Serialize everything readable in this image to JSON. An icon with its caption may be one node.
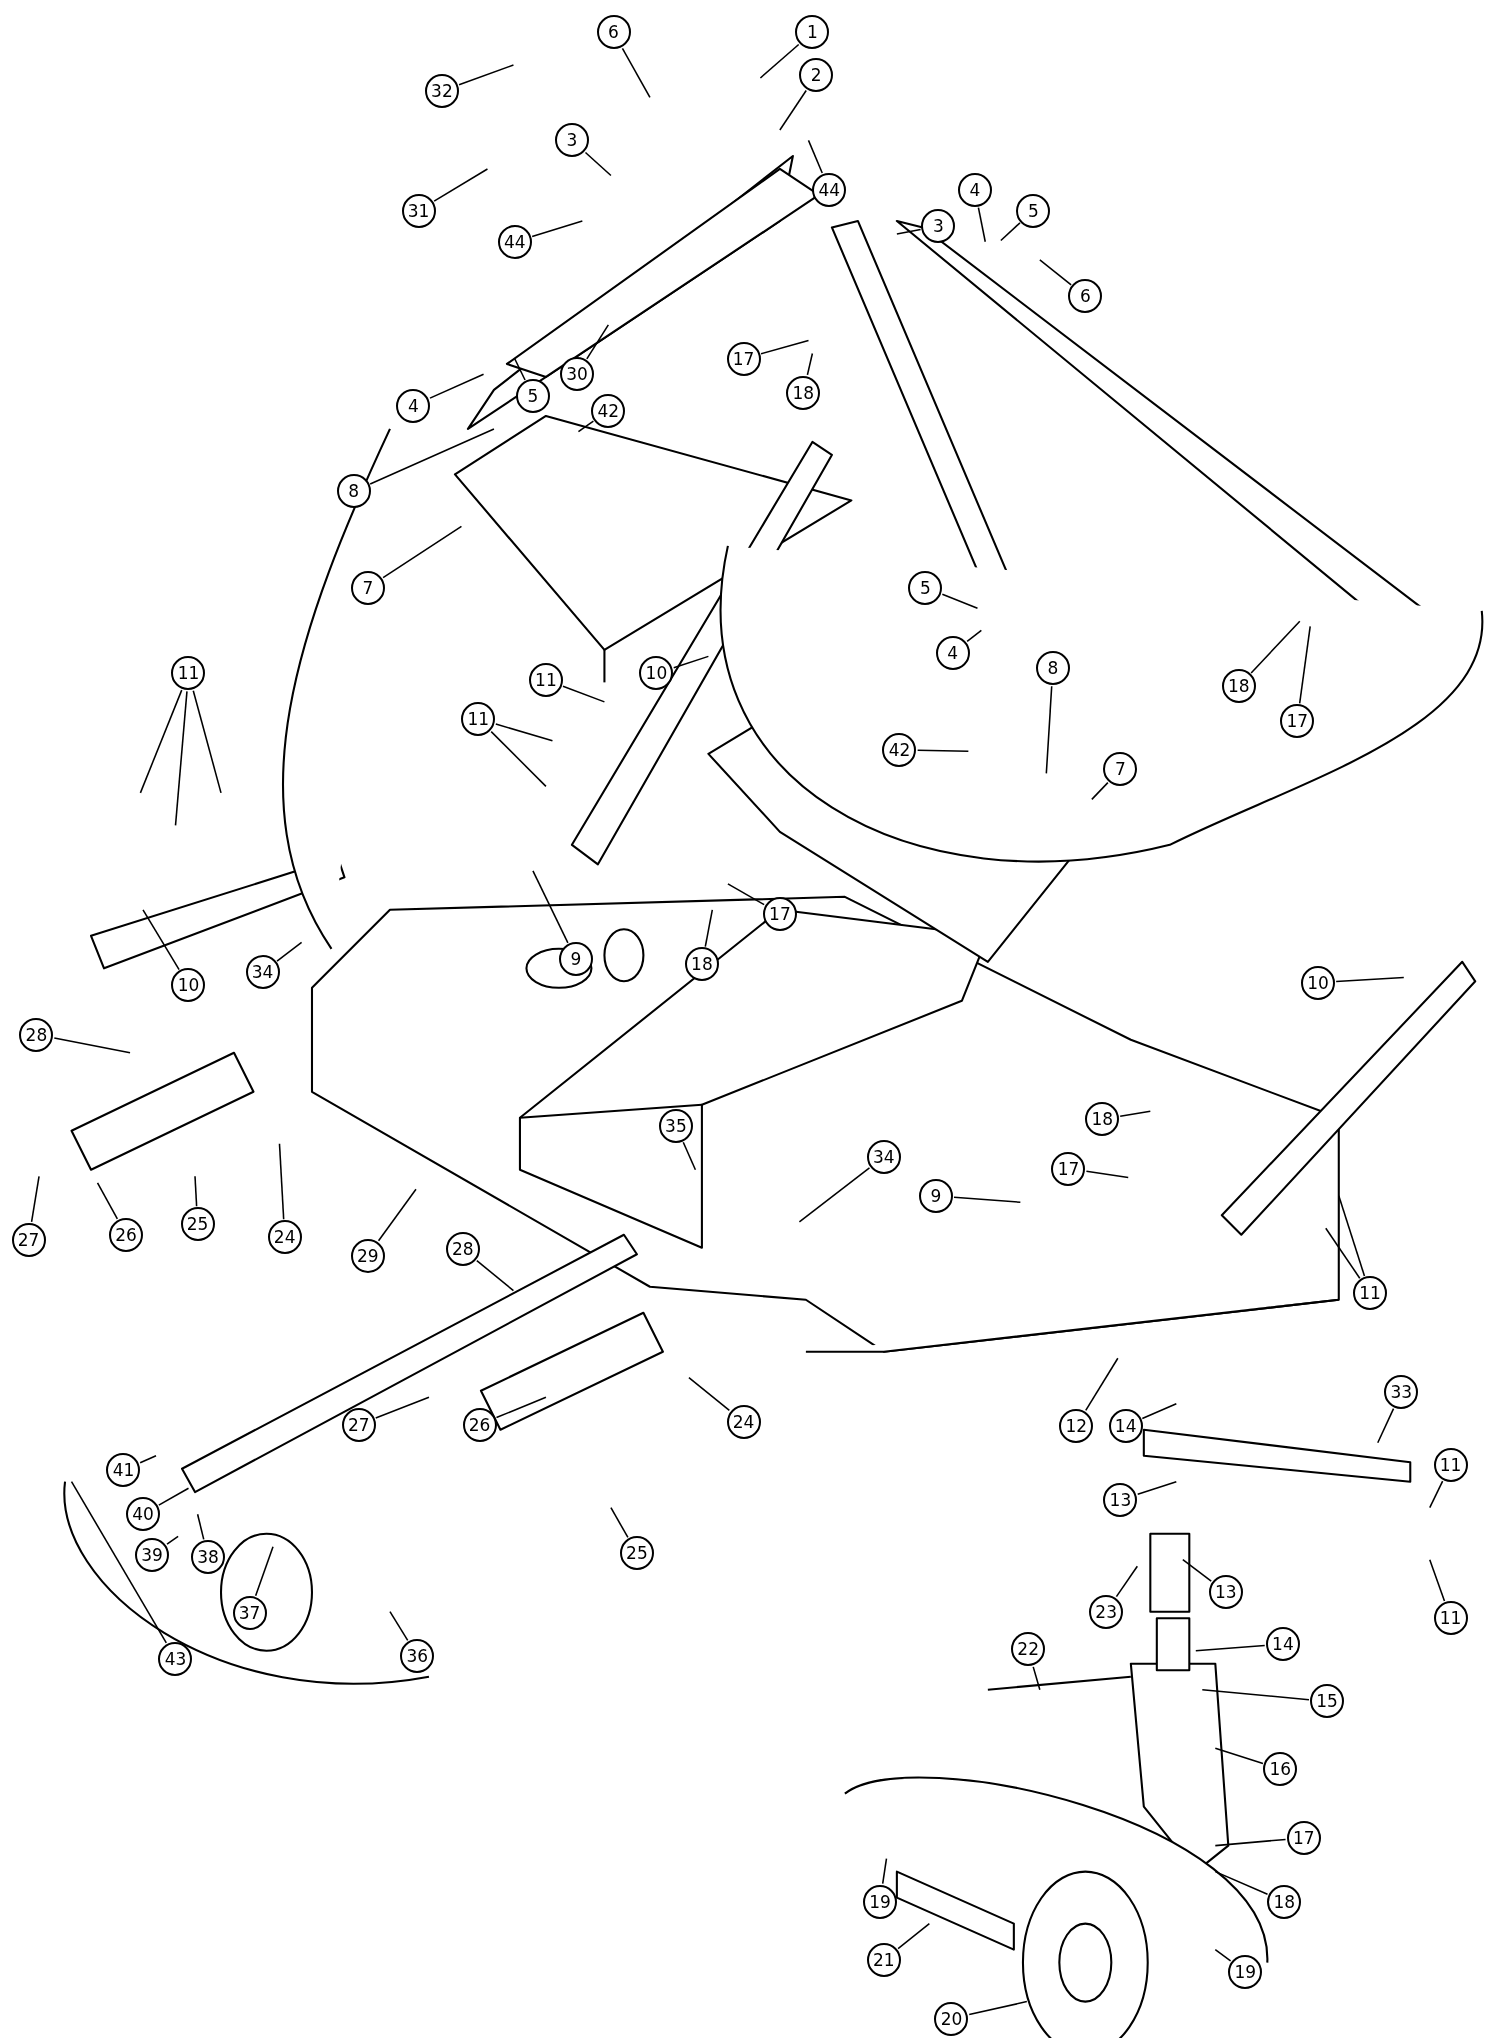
{
  "diagram": {
    "nodes": [
      {
        "text": [
          "1"
        ]
      },
      {
        "text": [
          "6"
        ]
      },
      {
        "text": [
          "2"
        ]
      },
      {
        "text": [
          "32"
        ]
      },
      {
        "text": [
          "3"
        ]
      },
      {
        "text": [
          "44"
        ]
      },
      {
        "text": [
          "4"
        ]
      },
      {
        "text": [
          "31"
        ]
      },
      {
        "text": [
          "5"
        ]
      },
      {
        "text": [
          "3"
        ]
      },
      {
        "text": [
          "44"
        ]
      },
      {
        "text": [
          "6"
        ]
      },
      {
        "text": [
          "17"
        ]
      },
      {
        "text": [
          "30"
        ]
      },
      {
        "text": [
          "18"
        ]
      },
      {
        "text": [
          "5"
        ]
      },
      {
        "text": [
          "42"
        ]
      },
      {
        "text": [
          "4"
        ]
      },
      {
        "text": [
          "8"
        ]
      },
      {
        "text": [
          "7"
        ]
      },
      {
        "text": [
          "5"
        ]
      },
      {
        "text": [
          "4"
        ]
      },
      {
        "text": [
          "10"
        ]
      },
      {
        "text": [
          "11"
        ]
      },
      {
        "text": [
          "11"
        ]
      },
      {
        "text": [
          "18"
        ]
      },
      {
        "text": [
          "8"
        ]
      },
      {
        "text": [
          "17"
        ]
      },
      {
        "text": [
          "11"
        ]
      },
      {
        "text": [
          "42"
        ]
      },
      {
        "text": [
          "7"
        ]
      },
      {
        "text": [
          "17"
        ]
      },
      {
        "text": [
          "9"
        ]
      },
      {
        "text": [
          "18"
        ]
      },
      {
        "text": [
          "34"
        ]
      },
      {
        "text": [
          "10"
        ]
      },
      {
        "text": [
          "10"
        ]
      },
      {
        "text": [
          "28"
        ]
      },
      {
        "text": [
          "18"
        ]
      },
      {
        "text": [
          "35"
        ]
      },
      {
        "text": [
          "34"
        ]
      },
      {
        "text": [
          "17"
        ]
      },
      {
        "text": [
          "9"
        ]
      },
      {
        "text": [
          "24"
        ]
      },
      {
        "text": [
          "26"
        ]
      },
      {
        "text": [
          "25"
        ]
      },
      {
        "text": [
          "27"
        ]
      },
      {
        "text": [
          "28"
        ]
      },
      {
        "text": [
          "29"
        ]
      },
      {
        "text": [
          "11"
        ]
      },
      {
        "text": [
          "33"
        ]
      },
      {
        "text": [
          "12"
        ]
      },
      {
        "text": [
          "14"
        ]
      },
      {
        "text": [
          "27"
        ]
      },
      {
        "text": [
          "26"
        ]
      },
      {
        "text": [
          "24"
        ]
      },
      {
        "text": [
          "11"
        ]
      },
      {
        "text": [
          "41"
        ]
      },
      {
        "text": [
          "13"
        ]
      },
      {
        "text": [
          "40"
        ]
      },
      {
        "text": [
          "25"
        ]
      },
      {
        "text": [
          "39"
        ]
      },
      {
        "text": [
          "38"
        ]
      },
      {
        "text": [
          "13"
        ]
      },
      {
        "text": [
          "23"
        ]
      },
      {
        "text": [
          "37"
        ]
      },
      {
        "text": [
          "11"
        ]
      },
      {
        "text": [
          "14"
        ]
      },
      {
        "text": [
          "22"
        ]
      },
      {
        "text": [
          "36"
        ]
      },
      {
        "text": [
          "43"
        ]
      },
      {
        "text": [
          "15"
        ]
      },
      {
        "text": [
          "16"
        ]
      },
      {
        "text": [
          "17"
        ]
      },
      {
        "text": [
          "18"
        ]
      },
      {
        "text": [
          "19"
        ]
      },
      {
        "text": [
          "21"
        ]
      },
      {
        "text": [
          "19"
        ]
      },
      {
        "text": [
          "20"
        ]
      }
    ],
    "edges": [
      {
        "from": 0,
        "to": null,
        "arrow": "none"
      },
      {
        "from": 1,
        "to": null,
        "arrow": "none"
      },
      {
        "from": 2,
        "to": null,
        "arrow": "none"
      },
      {
        "from": 3,
        "to": null,
        "arrow": "none"
      },
      {
        "from": 4,
        "to": null,
        "arrow": "none"
      },
      {
        "from": 5,
        "to": null,
        "arrow": "none"
      },
      {
        "from": 6,
        "to": null,
        "arrow": "none"
      },
      {
        "from": 7,
        "to": null,
        "arrow": "none"
      },
      {
        "from": 8,
        "to": null,
        "arrow": "none"
      },
      {
        "from": 9,
        "to": null,
        "arrow": "none"
      },
      {
        "from": 10,
        "to": null,
        "arrow": "none"
      },
      {
        "from": 11,
        "to": null,
        "arrow": "none"
      },
      {
        "from": 12,
        "to": null,
        "arrow": "none"
      },
      {
        "from": 13,
        "to": null,
        "arrow": "none"
      },
      {
        "from": 14,
        "to": null,
        "arrow": "none"
      },
      {
        "from": 15,
        "to": null,
        "arrow": "none"
      },
      {
        "from": 16,
        "to": null,
        "arrow": "none"
      },
      {
        "from": 17,
        "to": null,
        "arrow": "none"
      },
      {
        "from": 18,
        "to": null,
        "arrow": "none"
      },
      {
        "from": 19,
        "to": null,
        "arrow": "none"
      },
      {
        "from": 20,
        "to": null,
        "arrow": "none"
      },
      {
        "from": 21,
        "to": null,
        "arrow": "none"
      },
      {
        "from": 22,
        "to": null,
        "arrow": "none"
      },
      {
        "from": 23,
        "to": null,
        "arrow": "none"
      },
      {
        "from": 23,
        "to": null,
        "arrow": "none"
      },
      {
        "from": 23,
        "to": null,
        "arrow": "none"
      },
      {
        "from": 24,
        "to": null,
        "arrow": "none"
      },
      {
        "from": 25,
        "to": null,
        "arrow": "none"
      },
      {
        "from": 26,
        "to": null,
        "arrow": "none"
      },
      {
        "from": 27,
        "to": null,
        "arrow": "none"
      },
      {
        "from": 28,
        "to": null,
        "arrow": "none"
      },
      {
        "from": 28,
        "to": null,
        "arrow": "none"
      },
      {
        "from": 29,
        "to": null,
        "arrow": "none"
      },
      {
        "from": 30,
        "to": null,
        "arrow": "none"
      },
      {
        "from": 31,
        "to": null,
        "arrow": "none"
      },
      {
        "from": 32,
        "to": null,
        "arrow": "none"
      },
      {
        "from": 33,
        "to": null,
        "arrow": "none"
      },
      {
        "from": 34,
        "to": null,
        "arrow": "none"
      },
      {
        "from": 35,
        "to": null,
        "arrow": "none"
      },
      {
        "from": 36,
        "to": null,
        "arrow": "none"
      },
      {
        "from": 37,
        "to": null,
        "arrow": "none"
      },
      {
        "from": 38,
        "to": null,
        "arrow": "none"
      },
      {
        "from": 39,
        "to": null,
        "arrow": "none"
      },
      {
        "from": 40,
        "to": null,
        "arrow": "none"
      },
      {
        "from": 41,
        "to": null,
        "arrow": "none"
      },
      {
        "from": 42,
        "to": null,
        "arrow": "none"
      },
      {
        "from": 43,
        "to": null,
        "arrow": "none"
      },
      {
        "from": 44,
        "to": null,
        "arrow": "none"
      },
      {
        "from": 45,
        "to": null,
        "arrow": "none"
      },
      {
        "from": 46,
        "to": null,
        "arrow": "none"
      },
      {
        "from": 47,
        "to": null,
        "arrow": "none"
      },
      {
        "from": 48,
        "to": null,
        "arrow": "none"
      },
      {
        "from": 49,
        "to": null,
        "arrow": "none"
      },
      {
        "from": 49,
        "to": null,
        "arrow": "none"
      },
      {
        "from": 50,
        "to": null,
        "arrow": "none"
      },
      {
        "from": 51,
        "to": null,
        "arrow": "none"
      },
      {
        "from": 52,
        "to": null,
        "arrow": "none"
      },
      {
        "from": 53,
        "to": null,
        "arrow": "none"
      },
      {
        "from": 54,
        "to": null,
        "arrow": "none"
      },
      {
        "from": 55,
        "to": null,
        "arrow": "none"
      },
      {
        "from": 56,
        "to": null,
        "arrow": "none"
      },
      {
        "from": 57,
        "to": null,
        "arrow": "none"
      },
      {
        "from": 58,
        "to": null,
        "arrow": "none"
      },
      {
        "from": 59,
        "to": null,
        "arrow": "none"
      },
      {
        "from": 60,
        "to": null,
        "arrow": "none"
      },
      {
        "from": 61,
        "to": null,
        "arrow": "none"
      },
      {
        "from": 62,
        "to": null,
        "arrow": "none"
      },
      {
        "from": 63,
        "to": null,
        "arrow": "none"
      },
      {
        "from": 64,
        "to": null,
        "arrow": "none"
      },
      {
        "from": 65,
        "to": null,
        "arrow": "none"
      },
      {
        "from": 66,
        "to": null,
        "arrow": "none"
      },
      {
        "from": 67,
        "to": null,
        "arrow": "none"
      },
      {
        "from": 68,
        "to": null,
        "arrow": "none"
      },
      {
        "from": 69,
        "to": null,
        "arrow": "none"
      },
      {
        "from": 70,
        "to": null,
        "arrow": "none"
      },
      {
        "from": 71,
        "to": null,
        "arrow": "none"
      },
      {
        "from": 72,
        "to": null,
        "arrow": "none"
      },
      {
        "from": 73,
        "to": null,
        "arrow": "none"
      },
      {
        "from": 74,
        "to": null,
        "arrow": "none"
      },
      {
        "from": 75,
        "to": null,
        "arrow": "none"
      },
      {
        "from": 76,
        "to": null,
        "arrow": "none"
      },
      {
        "from": 77,
        "to": null,
        "arrow": "none"
      },
      {
        "from": 78,
        "to": null,
        "arrow": "none"
      }
    ]
  }
}
